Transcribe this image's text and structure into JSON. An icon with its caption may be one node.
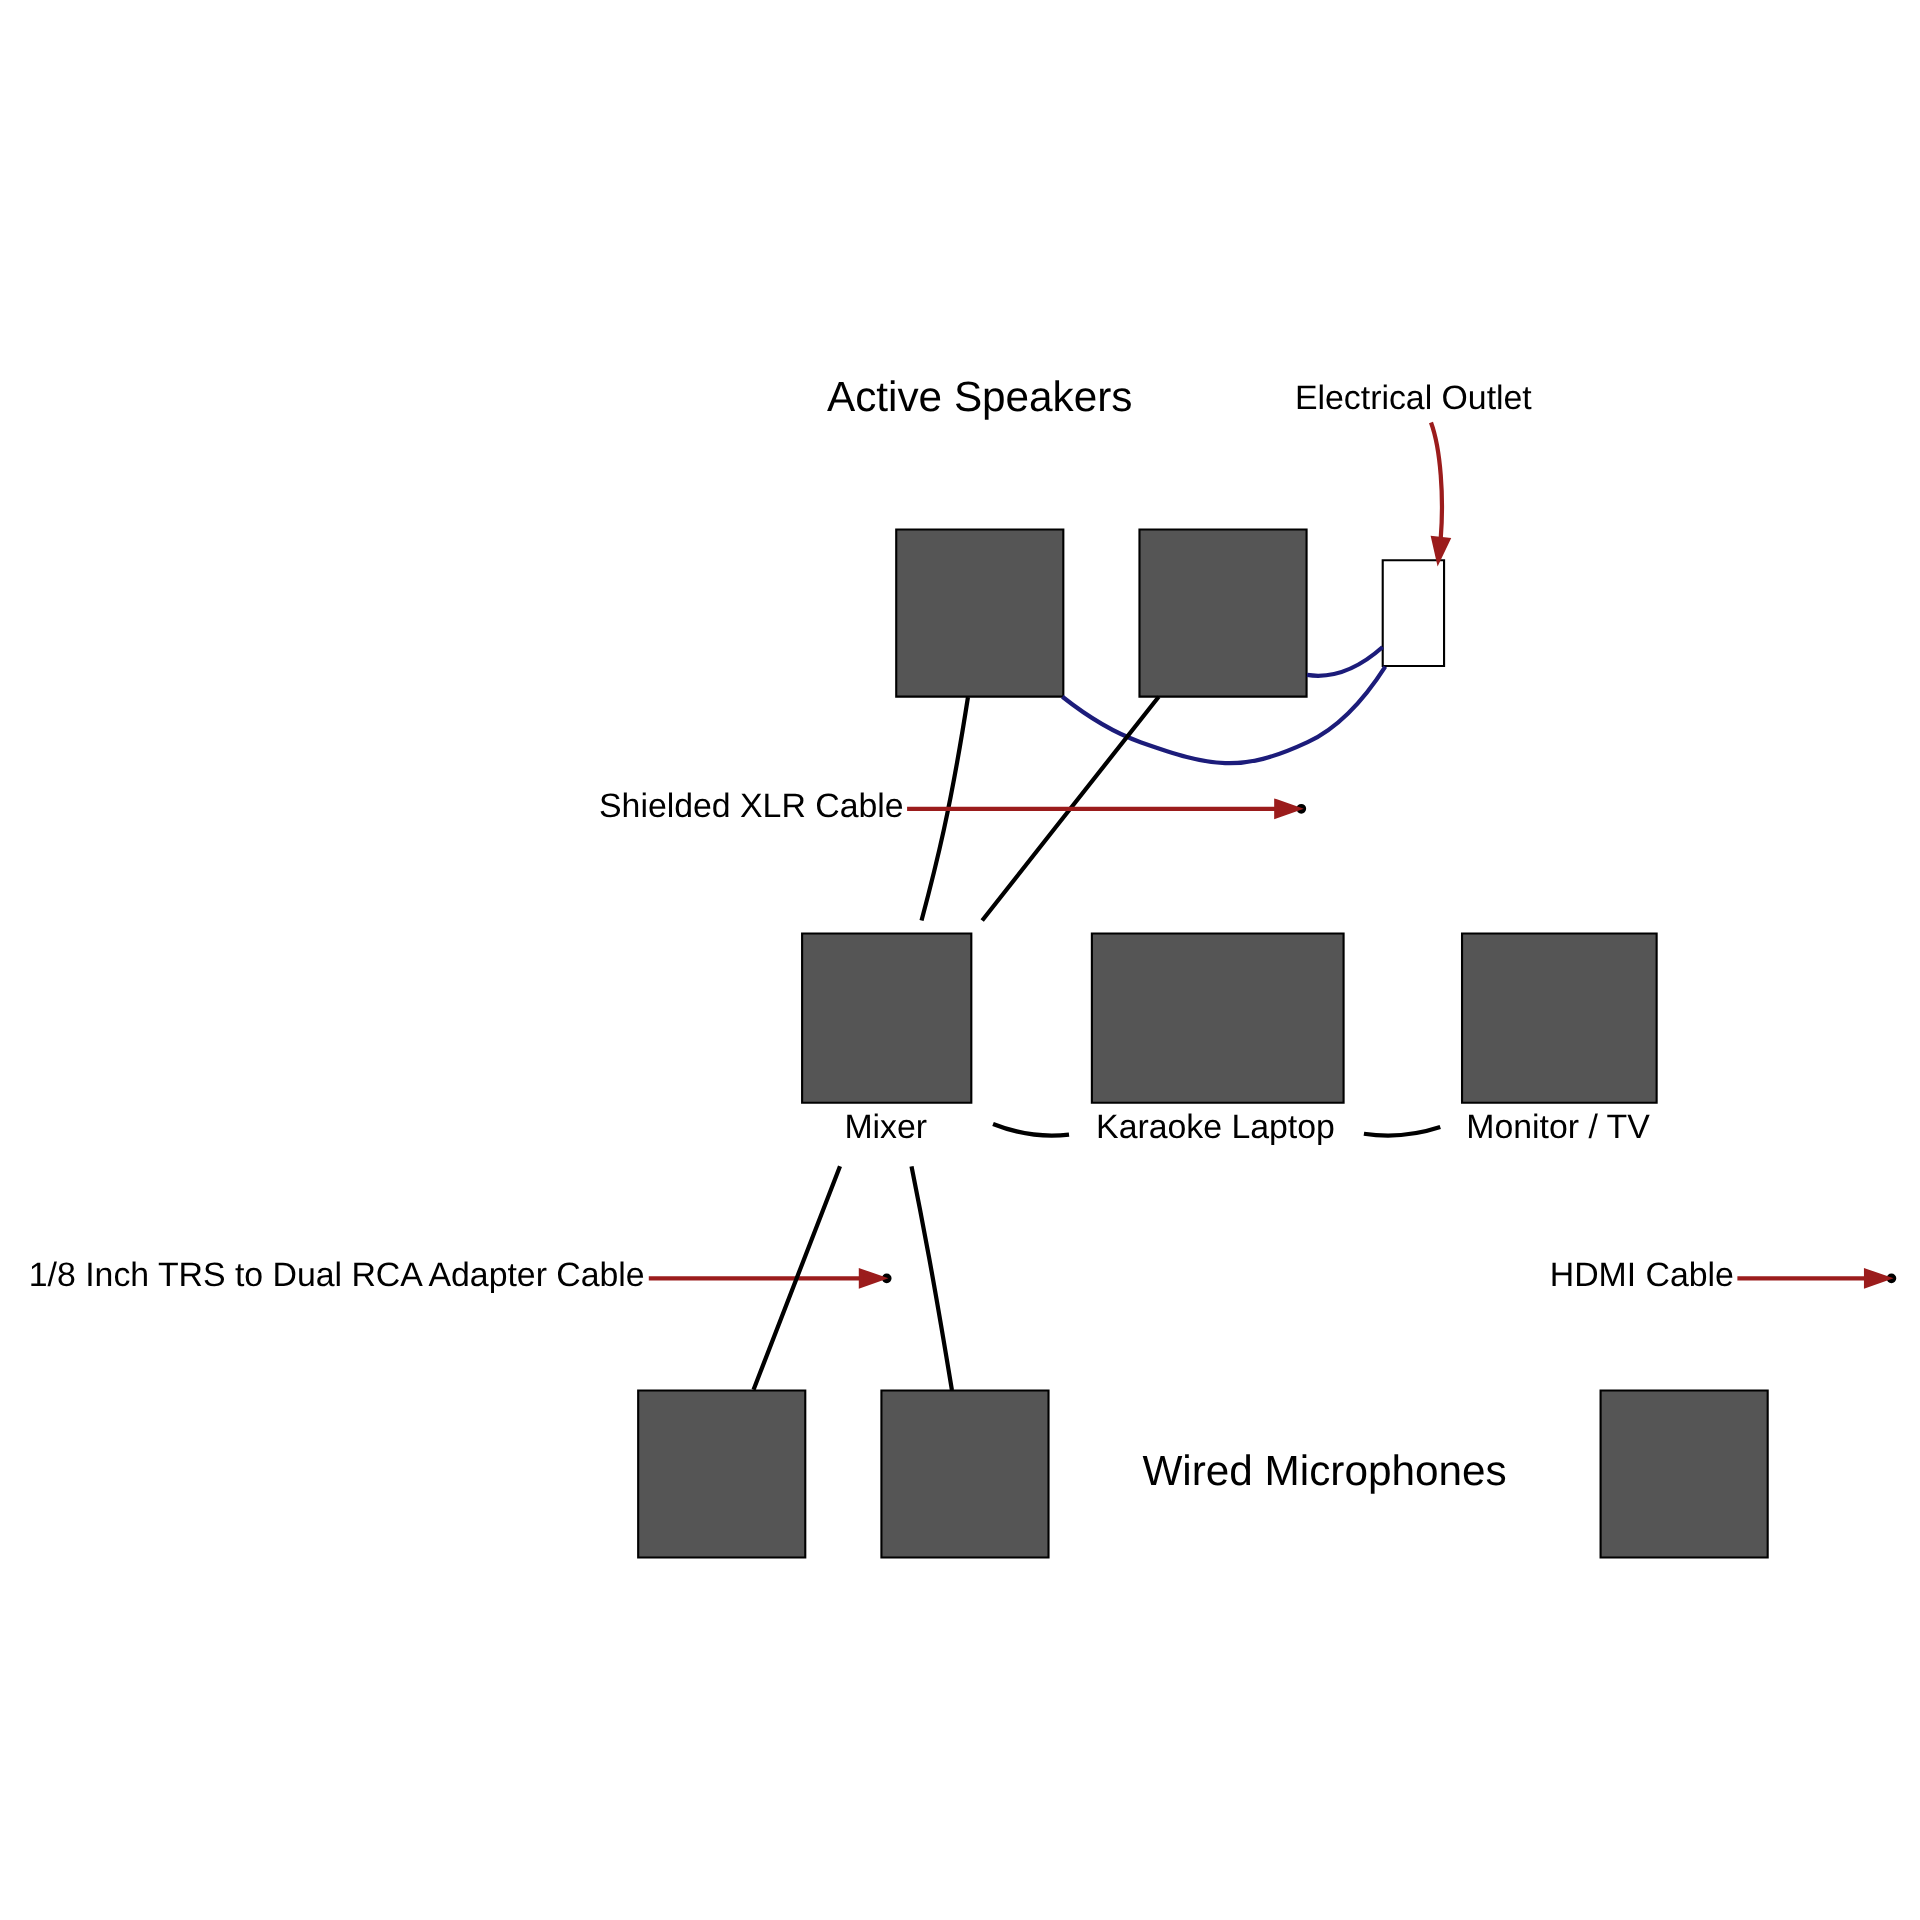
{
  "diagram": {
    "nodes": [
      {
        "text": [],
        "shape": "box"
      },
      {
        "text": [],
        "shape": "box"
      },
      {
        "text": [],
        "shape": "box"
      },
      {
        "text": [
          "Electrical Outlet"
        ]
      },
      {
        "text": [],
        "shape": "box",
        "beside": [
          "Monitor / TV"
        ]
      },
      {
        "text": [],
        "shape": "box",
        "beside": [
          "Mixer"
        ]
      },
      {
        "text": [],
        "shape": "box",
        "beside": [
          "Karaoke Laptop"
        ]
      },
      {
        "text": [
          "Shielded XLR Cable"
        ]
      },
      {
        "text": [
          "HDMI Cable"
        ]
      },
      {
        "text": [
          "1/8 Inch TRS to Dual RCA Adapter Cable"
        ]
      },
      {
        "text": [],
        "shape": "box"
      },
      {
        "text": [],
        "shape": "box"
      },
      {
        "text": [],
        "shape": "box"
      }
    ],
    "edges": [
      {
        "from": 0,
        "to": 2,
        "arrow": "none",
        "color": "#1c1c7a"
      },
      {
        "from": 1,
        "to": 2,
        "arrow": "none",
        "color": "#1c1c7a"
      },
      {
        "from": 3,
        "to": 2,
        "arrow": "to",
        "color": "#9b1c1c"
      },
      {
        "from": 5,
        "to": 0,
        "arrow": "none"
      },
      {
        "from": 5,
        "to": 1,
        "arrow": "none"
      },
      {
        "from": 6,
        "to": 5,
        "arrow": "none"
      },
      {
        "from": 6,
        "to": 4,
        "arrow": "none"
      },
      {
        "from": 10,
        "to": 5,
        "arrow": "none"
      },
      {
        "from": 11,
        "to": 5,
        "arrow": "none"
      },
      {
        "from": 7,
        "to": null,
        "arrow": "to",
        "color": "#9b1c1c"
      },
      {
        "from": 8,
        "to": null,
        "arrow": "to",
        "color": "#9b1c1c"
      },
      {
        "from": 9,
        "to": null,
        "arrow": "to",
        "color": "#9b1c1c"
      }
    ],
    "labels": [
      "Active Speakers",
      "Wired Microphones"
    ]
  }
}
